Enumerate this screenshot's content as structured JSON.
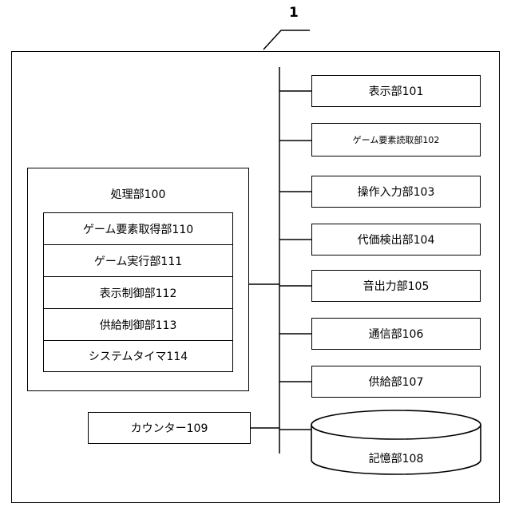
{
  "device_ref": "1",
  "processing": {
    "title": "処理部100",
    "modules": [
      "ゲーム要素取得部110",
      "ゲーム実行部111",
      "表示制御部112",
      "供給制御部113",
      "システムタイマ114"
    ]
  },
  "units": [
    "表示部101",
    "ゲーム要素読取部102",
    "操作入力部103",
    "代価検出部104",
    "音出力部105",
    "通信部106",
    "供給部107"
  ],
  "storage": "記憶部108",
  "counter": "カウンター109"
}
